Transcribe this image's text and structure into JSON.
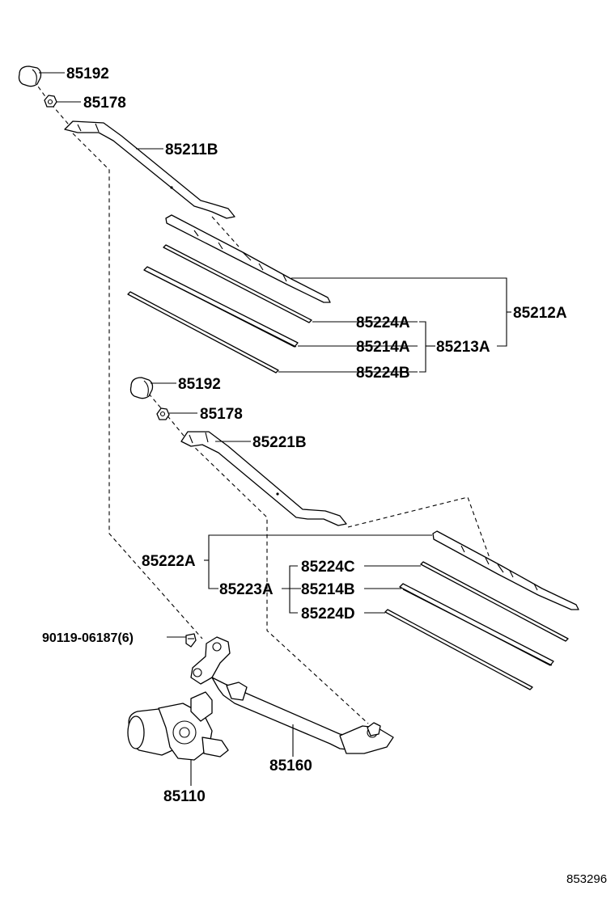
{
  "labels": {
    "cap_upper": "85192",
    "nut_upper": "85178",
    "arm_upper": "85211B",
    "blade_assy_upper": "85212A",
    "rubber_upper": "85213A",
    "insert_a": "85224A",
    "strip_a": "85214A",
    "insert_b": "85224B",
    "cap_lower": "85192",
    "nut_lower": "85178",
    "arm_lower": "85221B",
    "blade_assy_lower": "85222A",
    "rubber_lower": "85223A",
    "insert_c": "85224C",
    "strip_b": "85214B",
    "insert_d": "85224D",
    "bolt": "90119-06187(6)",
    "link": "85160",
    "motor": "85110",
    "diagram_code": "853296"
  }
}
